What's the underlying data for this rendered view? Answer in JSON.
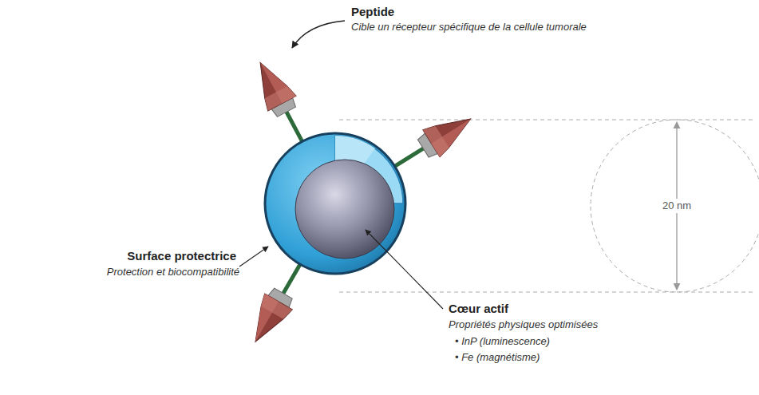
{
  "diagram": {
    "labels": [
      "Peptide",
      "Cible un récepteur spécifique de la cellule tumorale",
      "Surface protectrice",
      "Protection et biocompatibilité",
      "Cœur actif",
      "Propriétés physiques optimisées",
      "• InP (luminescence)",
      "• Fe (magnétisme)",
      "20 nm"
    ]
  }
}
